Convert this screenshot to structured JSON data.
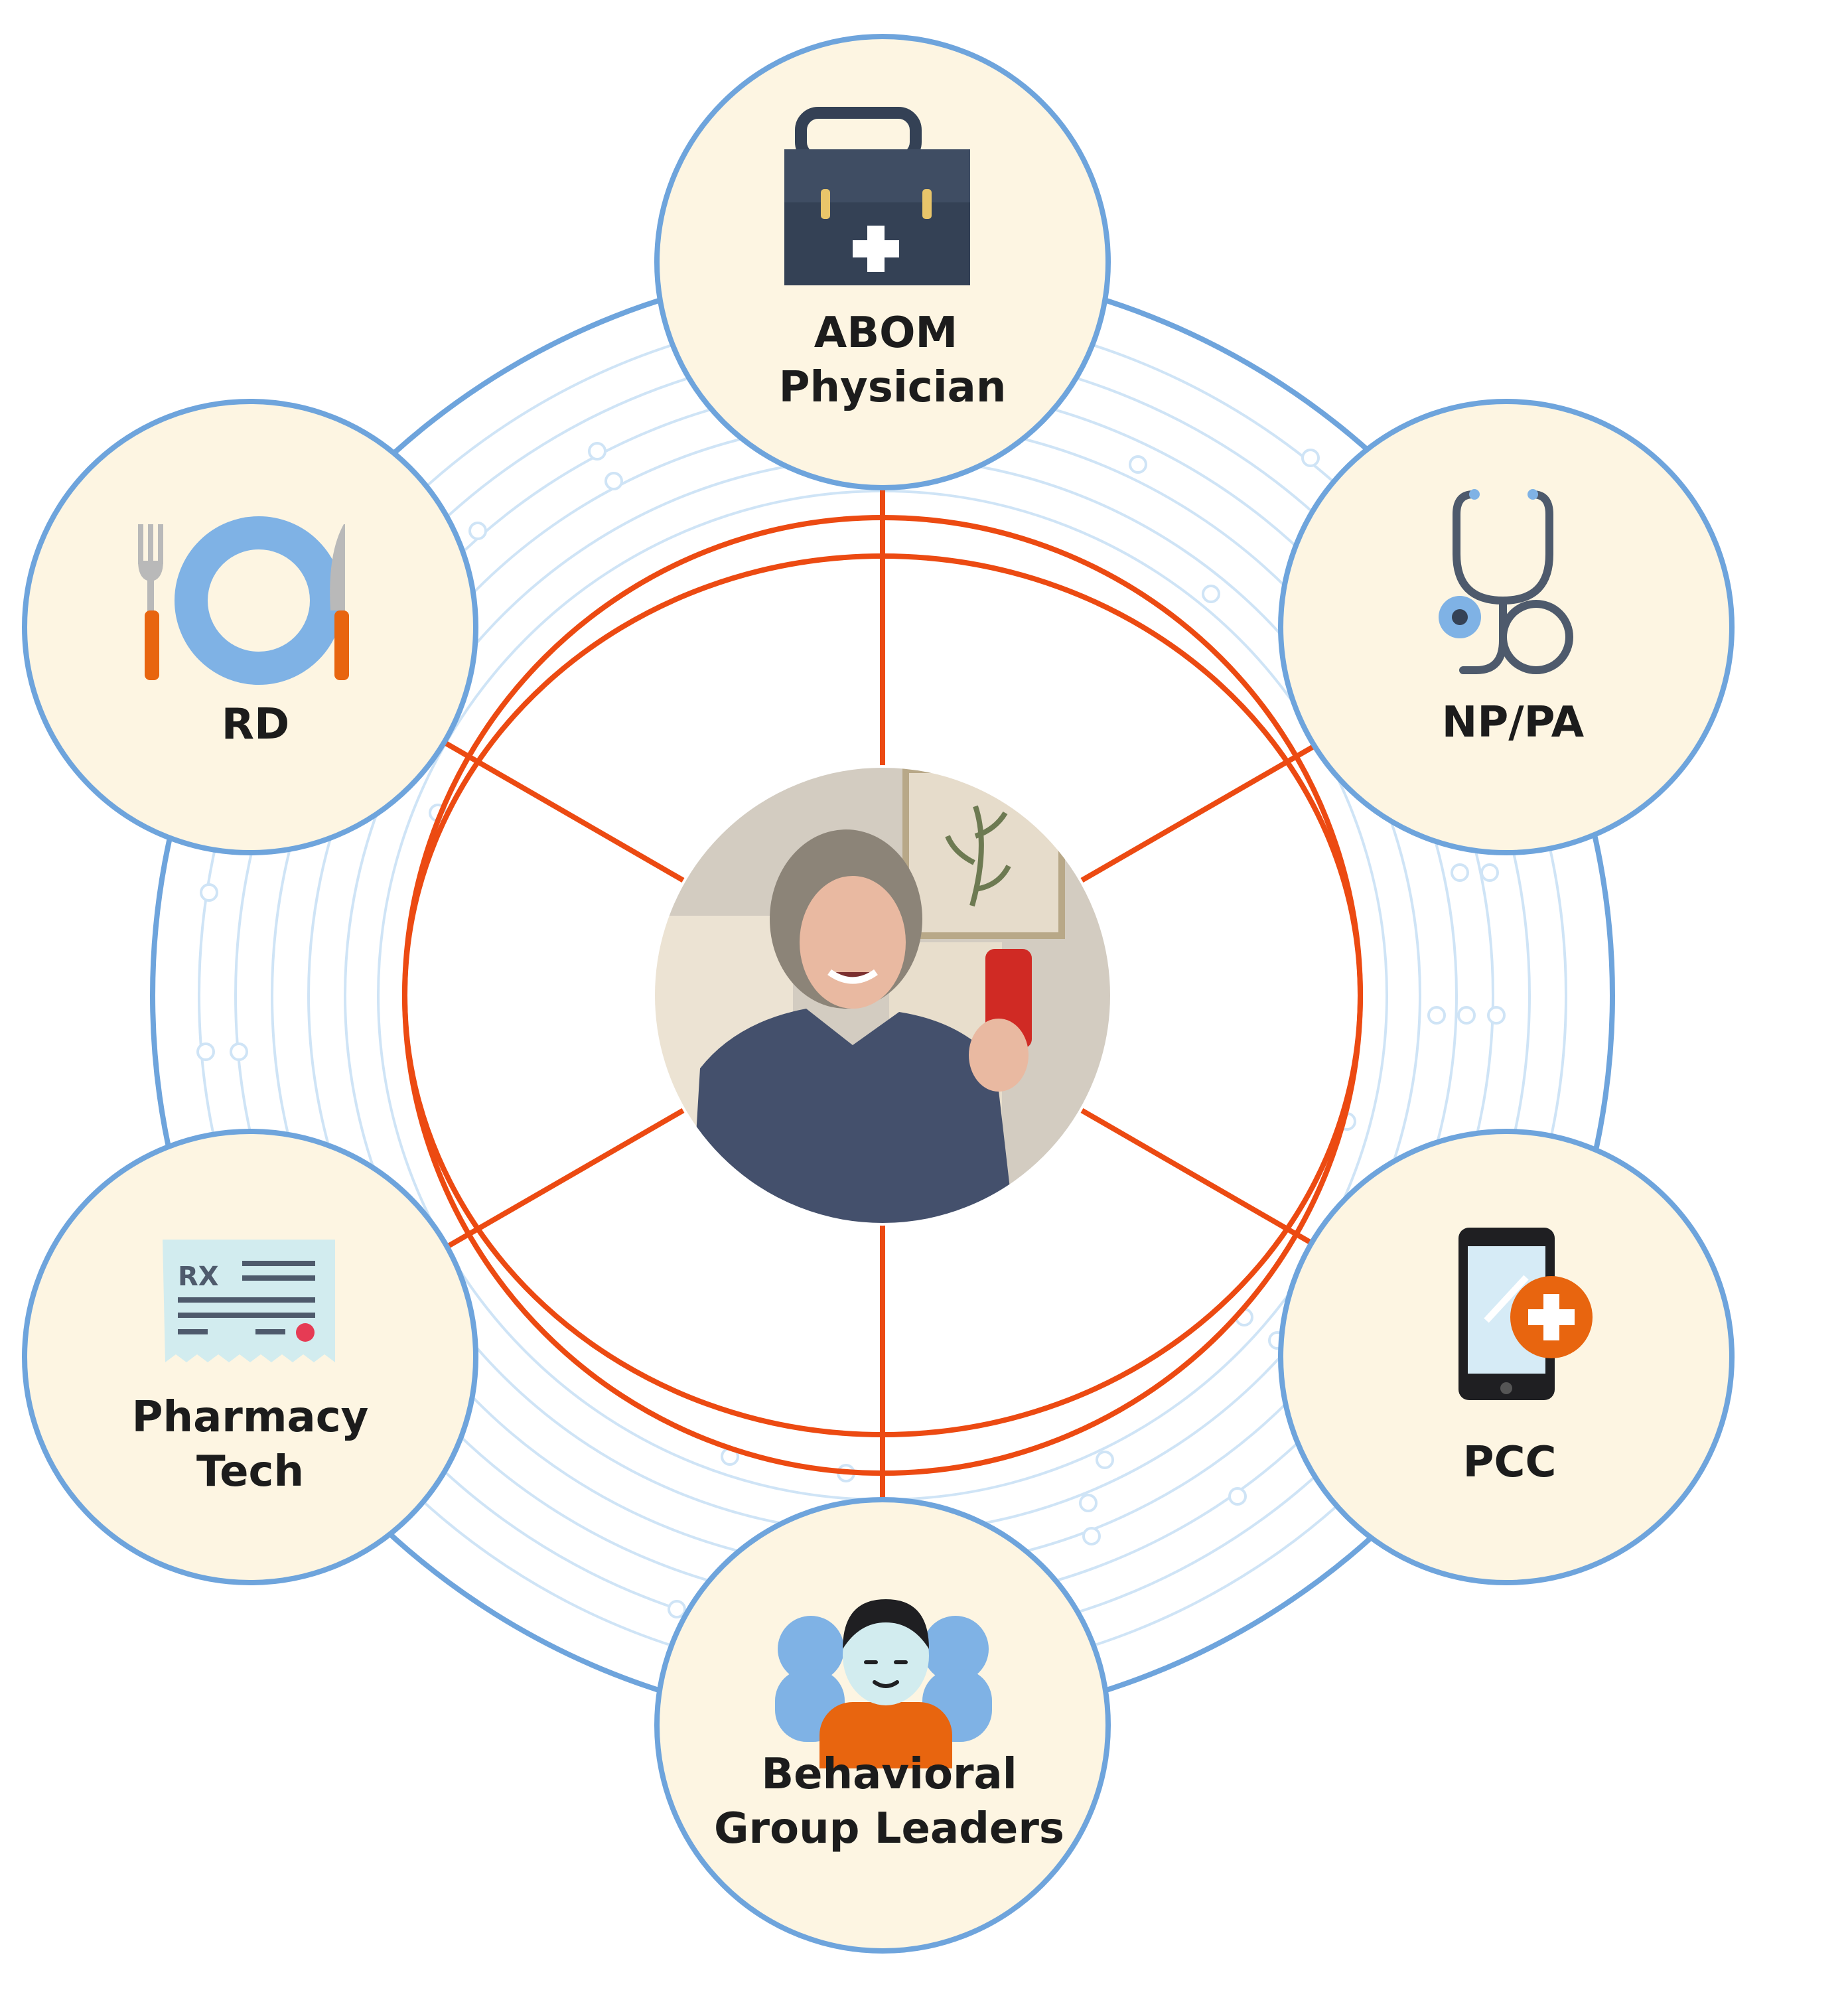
{
  "diagram": {
    "center": {
      "name": "patient-photo"
    },
    "nodes": [
      {
        "id": "abom",
        "label_lines": [
          "ABOM",
          "Physician"
        ],
        "icon": "medical-bag-icon"
      },
      {
        "id": "nppa",
        "label_lines": [
          "NP/PA"
        ],
        "icon": "stethoscope-icon"
      },
      {
        "id": "pcc",
        "label_lines": [
          "PCC"
        ],
        "icon": "phone-medical-icon"
      },
      {
        "id": "bgl",
        "label_lines": [
          "Behavioral",
          "Group Leaders"
        ],
        "icon": "group-people-icon"
      },
      {
        "id": "pharm",
        "label_lines": [
          "Pharmacy",
          "Tech"
        ],
        "icon": "prescription-icon",
        "icon_text": "RX"
      },
      {
        "id": "rd",
        "label_lines": [
          "RD"
        ],
        "icon": "plate-utensils-icon"
      }
    ],
    "colors": {
      "ring": "#6ea4dc",
      "circuit": "#cfe4f6",
      "connector": "#ec4a12",
      "node_fill": "#fdf5e2",
      "node_stroke": "#6ea4dc",
      "navy": "#344155",
      "orange": "#e8650f",
      "light_blue": "#7fb2e5"
    }
  }
}
